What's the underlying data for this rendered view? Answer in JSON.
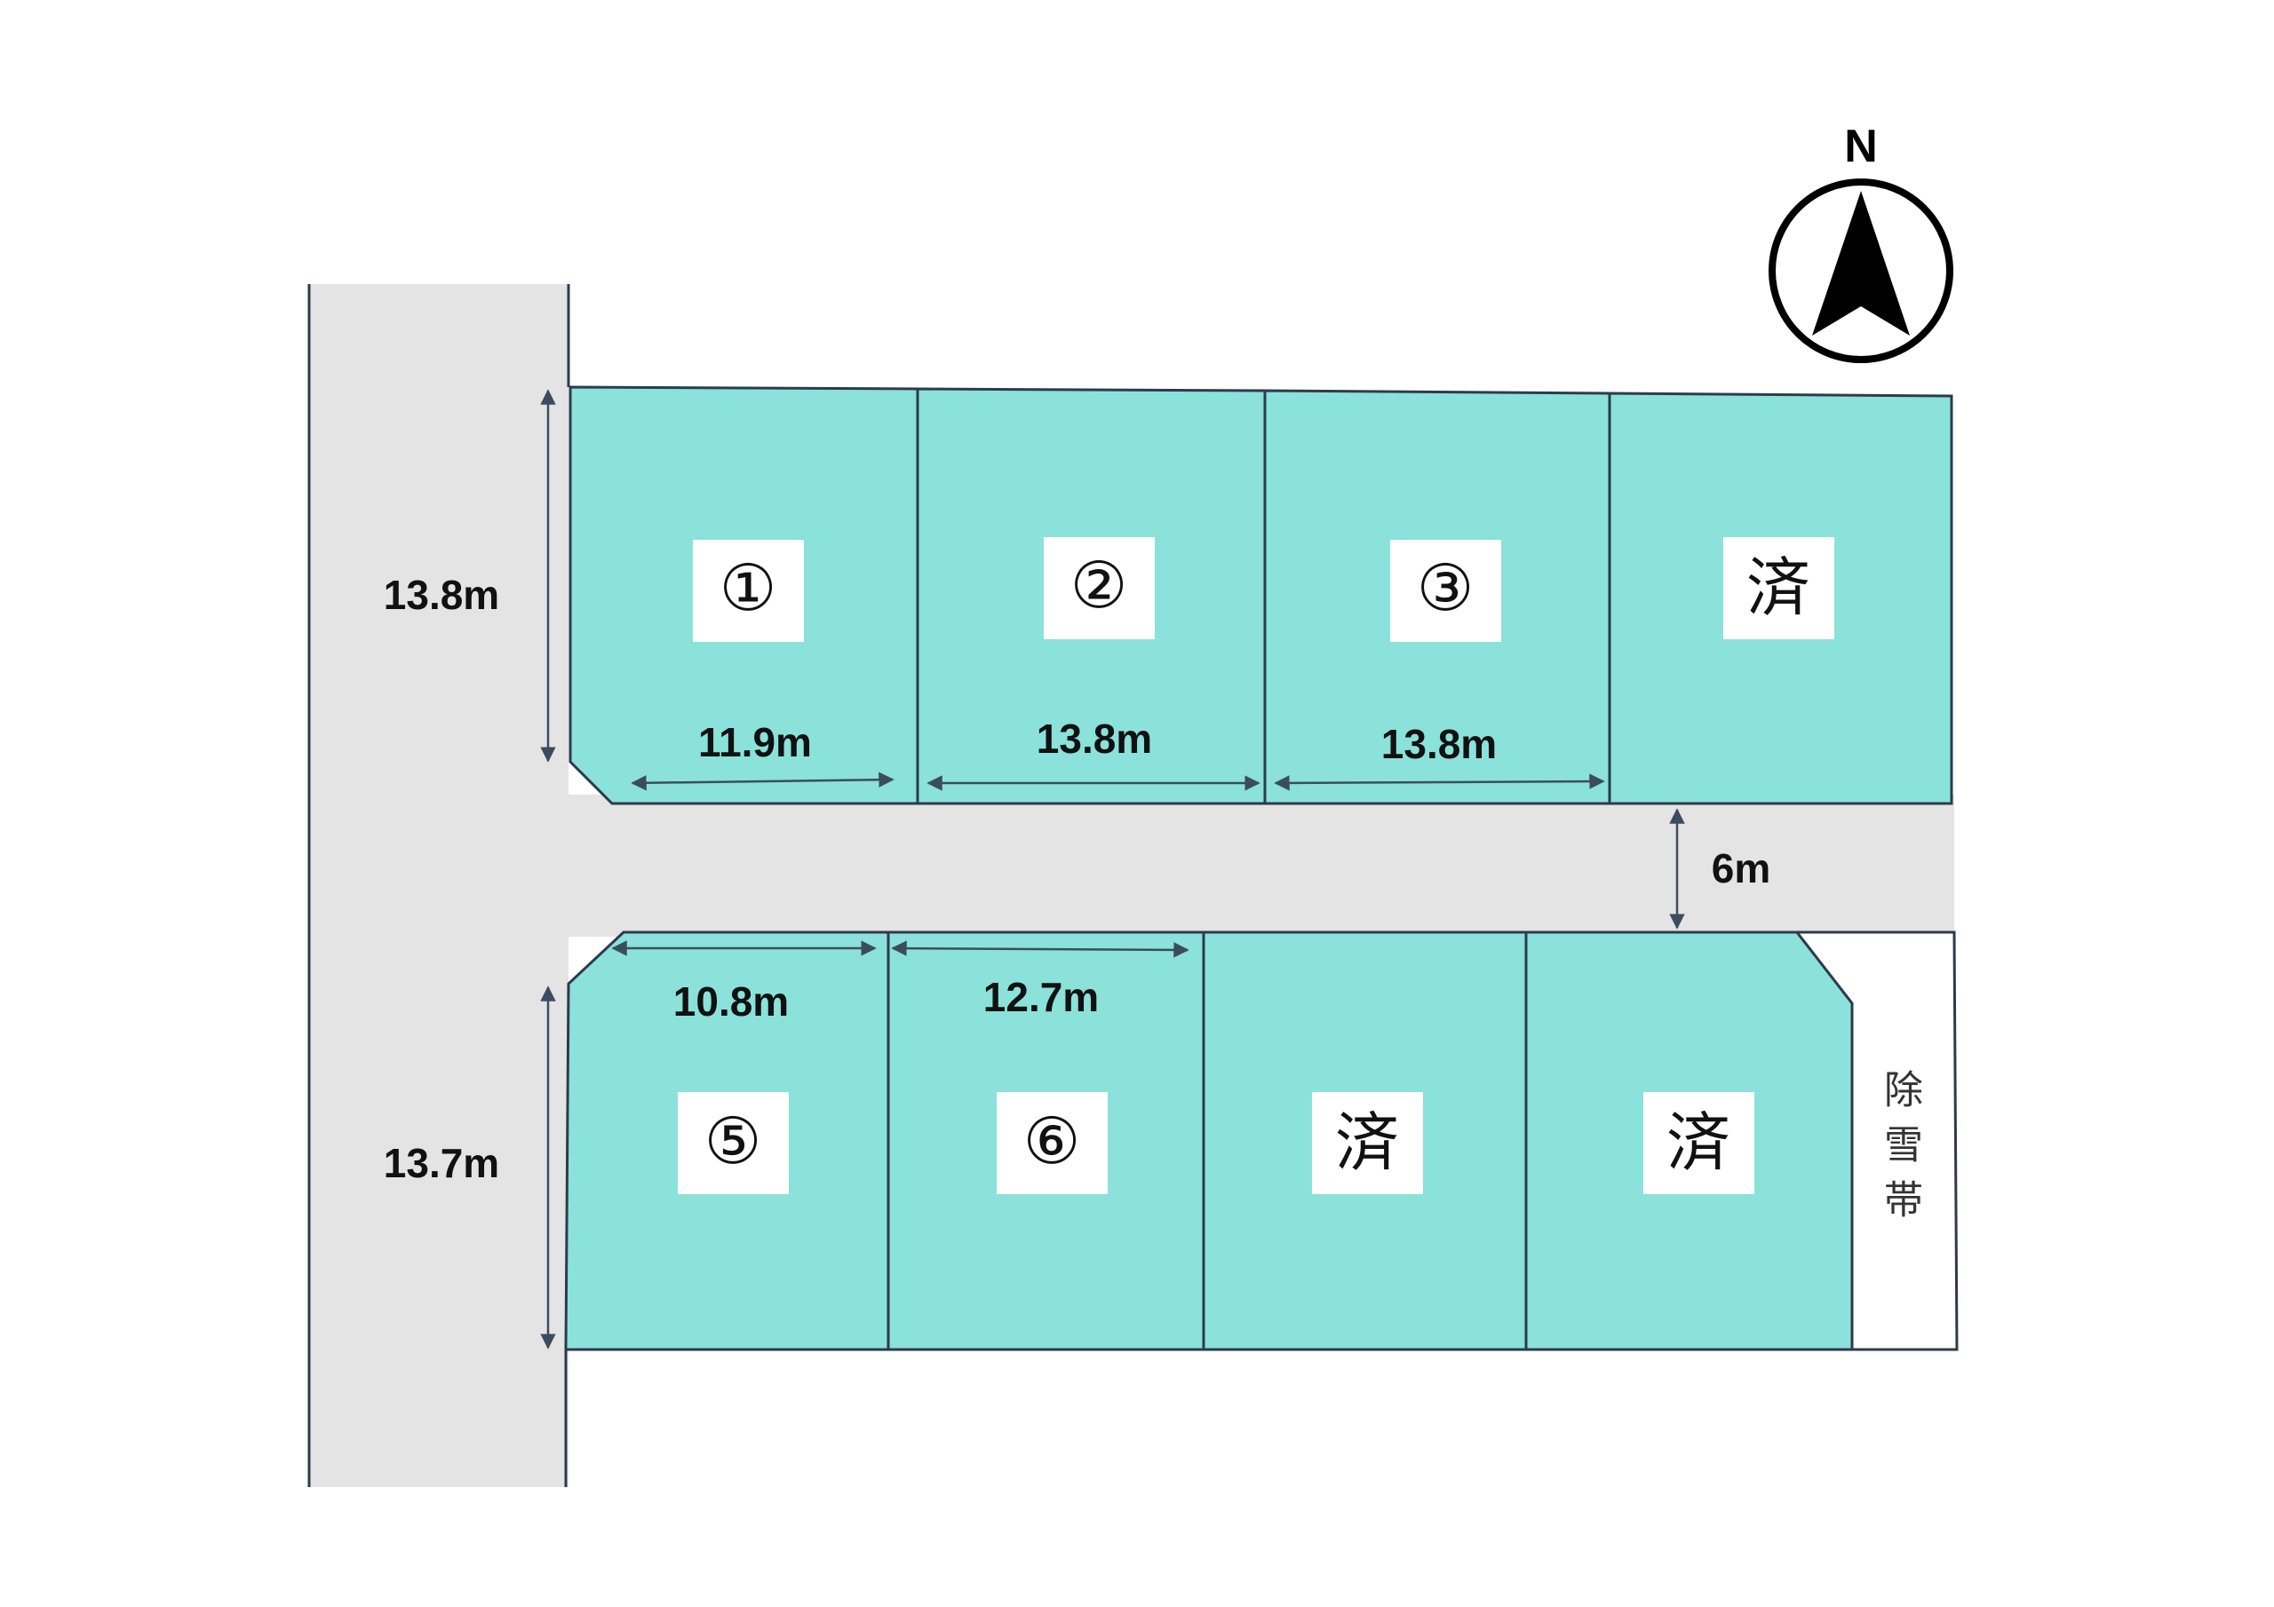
{
  "colors": {
    "lot": "#8ae2da",
    "road": "#e4e4e4",
    "outline": "#2d3b4c"
  },
  "compass": {
    "label": "N"
  },
  "lots": {
    "north": [
      {
        "id": "lot-1",
        "label": "①"
      },
      {
        "id": "lot-2",
        "label": "②"
      },
      {
        "id": "lot-3",
        "label": "③"
      },
      {
        "id": "lot-ne",
        "label": "済"
      }
    ],
    "south": [
      {
        "id": "lot-5",
        "label": "⑤"
      },
      {
        "id": "lot-6",
        "label": "⑥"
      },
      {
        "id": "lot-s3",
        "label": "済"
      },
      {
        "id": "lot-s4",
        "label": "済"
      }
    ]
  },
  "dimensions": {
    "north_depth": "13.8m",
    "south_depth": "13.7m",
    "lot1_width": "11.9m",
    "lot2_width": "13.8m",
    "lot3_width": "13.8m",
    "lot5_width": "10.8m",
    "lot6_width": "12.7m",
    "road_width": "6m"
  },
  "snow_zone": {
    "chars": [
      "除",
      "雪",
      "帯"
    ]
  }
}
